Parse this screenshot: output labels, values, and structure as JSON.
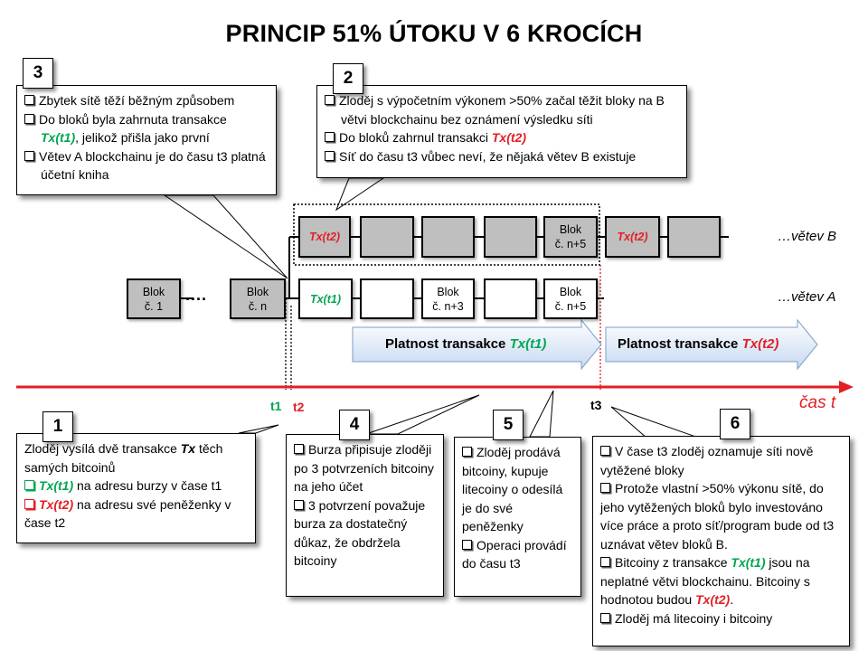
{
  "title": "PRINCIP 51% ÚTOKU V 6 KROCÍCH",
  "branch_b_label": "…větev B",
  "branch_a_label": "…větev A",
  "dots": "....",
  "blocks": {
    "blok_1": [
      "Blok",
      "č. 1"
    ],
    "blok_n": [
      "Blok",
      "č. n"
    ],
    "blok_n3": [
      "Blok",
      "č. n+3"
    ],
    "blok_n5_a": [
      "Blok",
      "č. n+5"
    ],
    "blok_n5_b": [
      "Blok",
      "č. n+5"
    ]
  },
  "tx": {
    "t1": "Tx(t1)",
    "t2": "Tx(t2)",
    "tx": "Tx"
  },
  "validity": {
    "first_prefix": "Platnost transakce ",
    "first_tx": "Tx(t1)",
    "second_prefix": "Platnost transakce ",
    "second_tx": "Tx(t2)"
  },
  "timeline": {
    "time_label": "čas t",
    "t1": "t1",
    "t2": "t2",
    "t3": "t3"
  },
  "steps": {
    "s1": {
      "num": "1",
      "line1a": "Zloděj vysílá dvě transakce ",
      "line1b": " těch samých bitcoinů",
      "item1": " na adresu burzy v čase t1",
      "item2": " na adresu své peněženky v čase t2"
    },
    "s2": {
      "num": "2",
      "item1": "Zloděj s výpočetním výkonem >50% začal těžit bloky na B větvi blockchainu bez oznámení výsledku síti",
      "item2a": "Do bloků zahrnul transakci ",
      "item3": "Síť do času t3 vůbec neví, že nějaká větev B existuje"
    },
    "s3": {
      "num": "3",
      "item1": "Zbytek sítě těží běžným způsobem",
      "item2a": "Do bloků byla zahrnuta transakce",
      "item2b": ", jelikož přišla jako první",
      "item3": "Větev A blockchainu je do času t3 platná účetní kniha"
    },
    "s4": {
      "num": "4",
      "item1": "Burza připisuje zloději po 3 potvrzeních bitcoiny na jeho účet",
      "item2": "3 potvrzení považuje burza za dostatečný důkaz, že obdržela bitcoiny"
    },
    "s5": {
      "num": "5",
      "item1": "Zloděj prodává bitcoiny, kupuje litecoiny o odesílá je do své peněženky",
      "item2": "Operaci provádí do času t3"
    },
    "s6": {
      "num": "6",
      "item1": "V čase t3 zloděj oznamuje síti nově vytěžené bloky",
      "item2": "Protože vlastní >50% výkonu sítě, do jeho vytěžených bloků bylo investováno  více práce a proto síť/program bude od t3 uznávat větev bloků B.",
      "item3a": "Bitcoiny z transakce ",
      "item3b": " jsou na neplatné větvi blockchainu. Bitcoiny s hodnotou budou ",
      "item3c": ".",
      "item4": "Zloděj má litecoiny i bitcoiny"
    }
  },
  "colors": {
    "green": "#00a651",
    "red": "#e31e24",
    "arrow_fill": "#dbe5f1",
    "block_gray": "#bfbfbf"
  }
}
